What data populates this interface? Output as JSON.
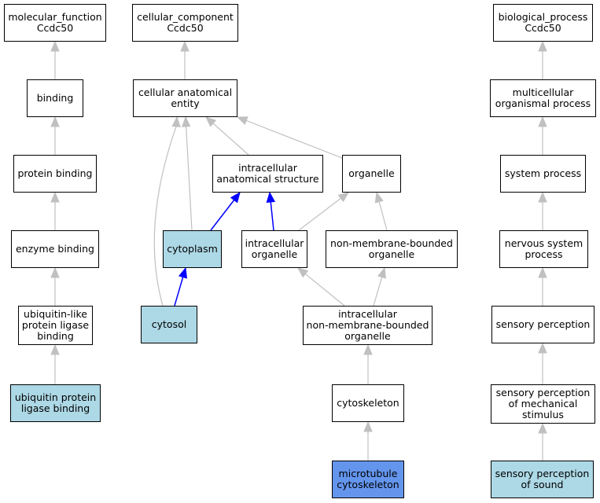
{
  "colors": {
    "background": "#ffffff",
    "node_default": "#ffffff",
    "node_annotated": "#add8e6",
    "node_focus": "#6495ed",
    "edge_default": "#c0c0c0",
    "edge_highlight": "#0000ff",
    "border": "#000000"
  },
  "nodes": [
    {
      "id": "mf_root",
      "label": "molecular_function\nCcdc50",
      "style": "default"
    },
    {
      "id": "binding",
      "label": "binding",
      "style": "default"
    },
    {
      "id": "protein_binding",
      "label": "protein binding",
      "style": "default"
    },
    {
      "id": "enzyme_binding",
      "label": "enzyme binding",
      "style": "default"
    },
    {
      "id": "ubl_ligase_binding",
      "label": "ubiquitin-like\nprotein ligase\nbinding",
      "style": "default"
    },
    {
      "id": "ub_ligase_binding",
      "label": "ubiquitin protein\nligase binding",
      "style": "annotated"
    },
    {
      "id": "cc_root",
      "label": "cellular_component\nCcdc50",
      "style": "default"
    },
    {
      "id": "cae",
      "label": "cellular anatomical\nentity",
      "style": "default"
    },
    {
      "id": "ias",
      "label": "intracellular\nanatomical structure",
      "style": "default"
    },
    {
      "id": "organelle",
      "label": "organelle",
      "style": "default"
    },
    {
      "id": "cytoplasm",
      "label": "cytoplasm",
      "style": "annotated"
    },
    {
      "id": "ic_organelle",
      "label": "intracellular\norganelle",
      "style": "default"
    },
    {
      "id": "nmb_organelle",
      "label": "non-membrane-bounded\norganelle",
      "style": "default"
    },
    {
      "id": "cytosol",
      "label": "cytosol",
      "style": "annotated"
    },
    {
      "id": "ic_nmb_organelle",
      "label": "intracellular\nnon-membrane-bounded\norganelle",
      "style": "default"
    },
    {
      "id": "cytoskeleton",
      "label": "cytoskeleton",
      "style": "default"
    },
    {
      "id": "mt_cytoskeleton",
      "label": "microtubule\ncytoskeleton",
      "style": "focus"
    },
    {
      "id": "bp_root",
      "label": "biological_process\nCcdc50",
      "style": "default"
    },
    {
      "id": "mcop",
      "label": "multicellular\norganismal process",
      "style": "default"
    },
    {
      "id": "system_process",
      "label": "system process",
      "style": "default"
    },
    {
      "id": "nsp",
      "label": "nervous system\nprocess",
      "style": "default"
    },
    {
      "id": "sensory_perception",
      "label": "sensory perception",
      "style": "default"
    },
    {
      "id": "sp_mech",
      "label": "sensory perception\nof mechanical\nstimulus",
      "style": "default"
    },
    {
      "id": "sp_sound",
      "label": "sensory perception\nof sound",
      "style": "annotated"
    }
  ],
  "edges": [
    {
      "from": "binding",
      "to": "mf_root",
      "style": "default"
    },
    {
      "from": "protein_binding",
      "to": "binding",
      "style": "default"
    },
    {
      "from": "enzyme_binding",
      "to": "protein_binding",
      "style": "default"
    },
    {
      "from": "ubl_ligase_binding",
      "to": "enzyme_binding",
      "style": "default"
    },
    {
      "from": "ub_ligase_binding",
      "to": "ubl_ligase_binding",
      "style": "default"
    },
    {
      "from": "cae",
      "to": "cc_root",
      "style": "default"
    },
    {
      "from": "ias",
      "to": "cae",
      "style": "default"
    },
    {
      "from": "organelle",
      "to": "cae",
      "style": "default"
    },
    {
      "from": "cytoplasm",
      "to": "cae",
      "style": "default"
    },
    {
      "from": "cytosol",
      "to": "cae",
      "style": "default",
      "curve": true
    },
    {
      "from": "cytoplasm",
      "to": "ias",
      "style": "highlight"
    },
    {
      "from": "ic_organelle",
      "to": "ias",
      "style": "highlight"
    },
    {
      "from": "ic_organelle",
      "to": "organelle",
      "style": "default"
    },
    {
      "from": "nmb_organelle",
      "to": "organelle",
      "style": "default"
    },
    {
      "from": "cytosol",
      "to": "cytoplasm",
      "style": "highlight"
    },
    {
      "from": "ic_nmb_organelle",
      "to": "ic_organelle",
      "style": "default"
    },
    {
      "from": "ic_nmb_organelle",
      "to": "nmb_organelle",
      "style": "default"
    },
    {
      "from": "cytoskeleton",
      "to": "ic_nmb_organelle",
      "style": "default"
    },
    {
      "from": "mt_cytoskeleton",
      "to": "cytoskeleton",
      "style": "default"
    },
    {
      "from": "mcop",
      "to": "bp_root",
      "style": "default"
    },
    {
      "from": "system_process",
      "to": "mcop",
      "style": "default"
    },
    {
      "from": "nsp",
      "to": "system_process",
      "style": "default"
    },
    {
      "from": "sensory_perception",
      "to": "nsp",
      "style": "default"
    },
    {
      "from": "sp_mech",
      "to": "sensory_perception",
      "style": "default"
    },
    {
      "from": "sp_sound",
      "to": "sp_mech",
      "style": "default"
    }
  ]
}
